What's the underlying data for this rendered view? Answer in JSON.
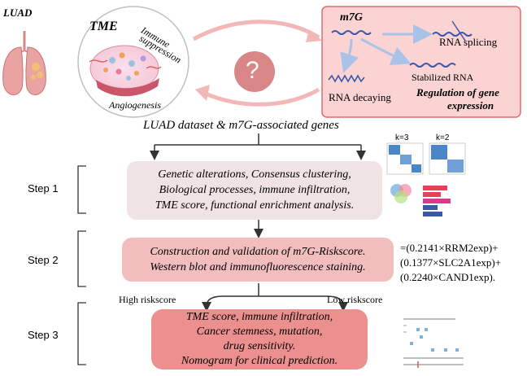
{
  "top": {
    "luad_label": "LUAD",
    "tme": {
      "title": "TME",
      "immune_line1": "Immune",
      "immune_line2": "suppression",
      "angiogenesis": "Angiogenesis"
    },
    "question_mark": "?",
    "m7g": {
      "title": "m7G",
      "rna_splicing": "RNA splicing",
      "stabilized_rna": "Stabilized RNA",
      "rna_decaying": "RNA decaying",
      "regulation_line1": "Regulation of gene",
      "regulation_line2": "expression"
    }
  },
  "dataset_label": "LUAD dataset & m7G-associated genes",
  "steps": [
    {
      "label": "Step 1",
      "lines": [
        "Genetic alterations, Consensus clustering,",
        "Biological processes, immune infiltration,",
        "TME score, functional enrichment analysis."
      ],
      "color": "#efe3e3"
    },
    {
      "label": "Step 2",
      "lines": [
        "Construction and validation of m7G-Riskscore.",
        "Western blot and immunofluorescence staining."
      ],
      "color": "#f2bdbd"
    },
    {
      "label": "Step 3",
      "lines": [
        "TME score, immune infiltration,",
        "Cancer stemness, mutation,",
        "drug sensitivity.",
        "Nomogram for clinical prediction."
      ],
      "color": "#ec8f8f"
    }
  ],
  "formula": [
    "=(0.2141×RRM2exp)+",
    "(0.1377×SLC2A1exp)+",
    "(0.2240×CAND1exp)."
  ],
  "risk_labels": {
    "high": "High riskscore",
    "low": "Low riskscore"
  },
  "cluster_labels": {
    "k3": "k=3",
    "k2": "k=2"
  },
  "colors": {
    "step_line": "#333333",
    "m7g_panel": "#fbd3d3",
    "m7g_border": "#e06c6c",
    "rna_blue": "#3b58a8",
    "arrow_pink": "#f2b8b8",
    "question_circle": "#d98686",
    "heat_blue": "#4a86c8"
  },
  "icons": [
    "lungs-icon",
    "tumor-microenvironment-icon",
    "question-icon",
    "heatmap-k3-icon",
    "heatmap-k2-icon",
    "venn-icon",
    "bar-chart-icon",
    "nomogram-icon"
  ]
}
